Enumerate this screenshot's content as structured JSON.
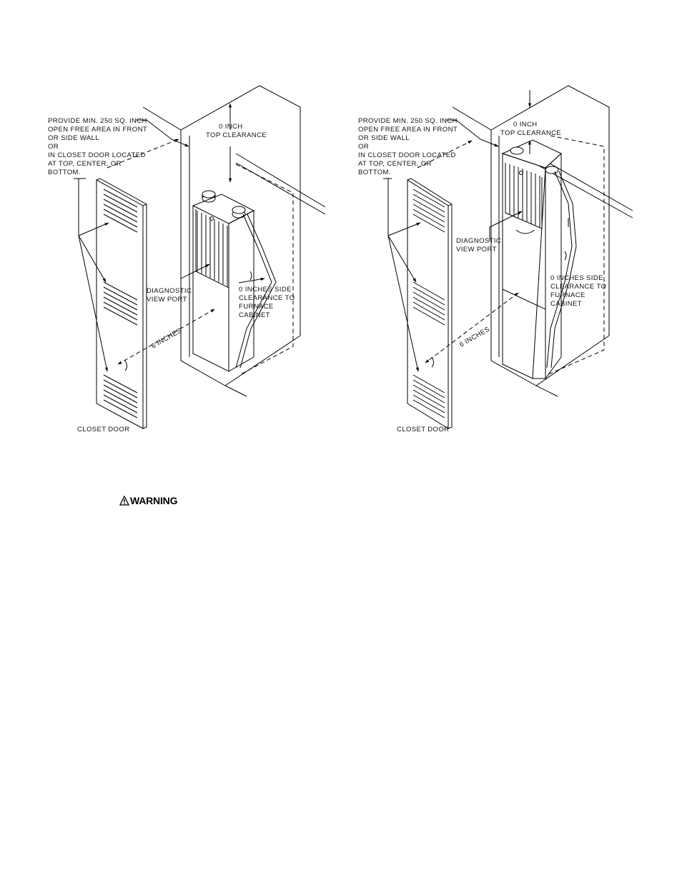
{
  "diagram_left": {
    "provide_note": [
      "PROVIDE MIN. 250 SQ. INCH",
      "OPEN FREE AREA IN FRONT",
      "OR SIDE WALL",
      "OR",
      "IN CLOSET DOOR LOCATED",
      "AT TOP, CENTER, OR",
      "BOTTOM."
    ],
    "top_clearance": [
      "0 INCH",
      "TOP CLEARANCE"
    ],
    "diagnostic": [
      "DIAGNOSTIC",
      "VIEW PORT"
    ],
    "side_clearance": [
      "0 INCHES SIDE",
      "CLEARANCE TO",
      "FURNACE",
      "CABINET"
    ],
    "front_clearance": "6 INCHES",
    "closet_door": "CLOSET DOOR"
  },
  "diagram_right": {
    "provide_note": [
      "PROVIDE MIN. 250 SQ. INCH",
      "OPEN FREE AREA IN FRONT",
      "OR SIDE WALL",
      "OR",
      "IN CLOSET DOOR LOCATED",
      "AT TOP, CENTER, OR",
      "BOTTOM."
    ],
    "top_clearance": [
      "0 INCH",
      "TOP CLEARANCE"
    ],
    "diagnostic": [
      "DIAGNOSTIC",
      "VIEW PORT"
    ],
    "side_clearance": [
      "0 INCHES SIDE",
      "CLEARANCE TO",
      "FURNACE",
      "CABINET"
    ],
    "front_clearance": "6 INCHES",
    "closet_door": "CLOSET DOOR"
  },
  "warning": {
    "label": "WARNING",
    "icon": "warning-triangle-icon"
  }
}
